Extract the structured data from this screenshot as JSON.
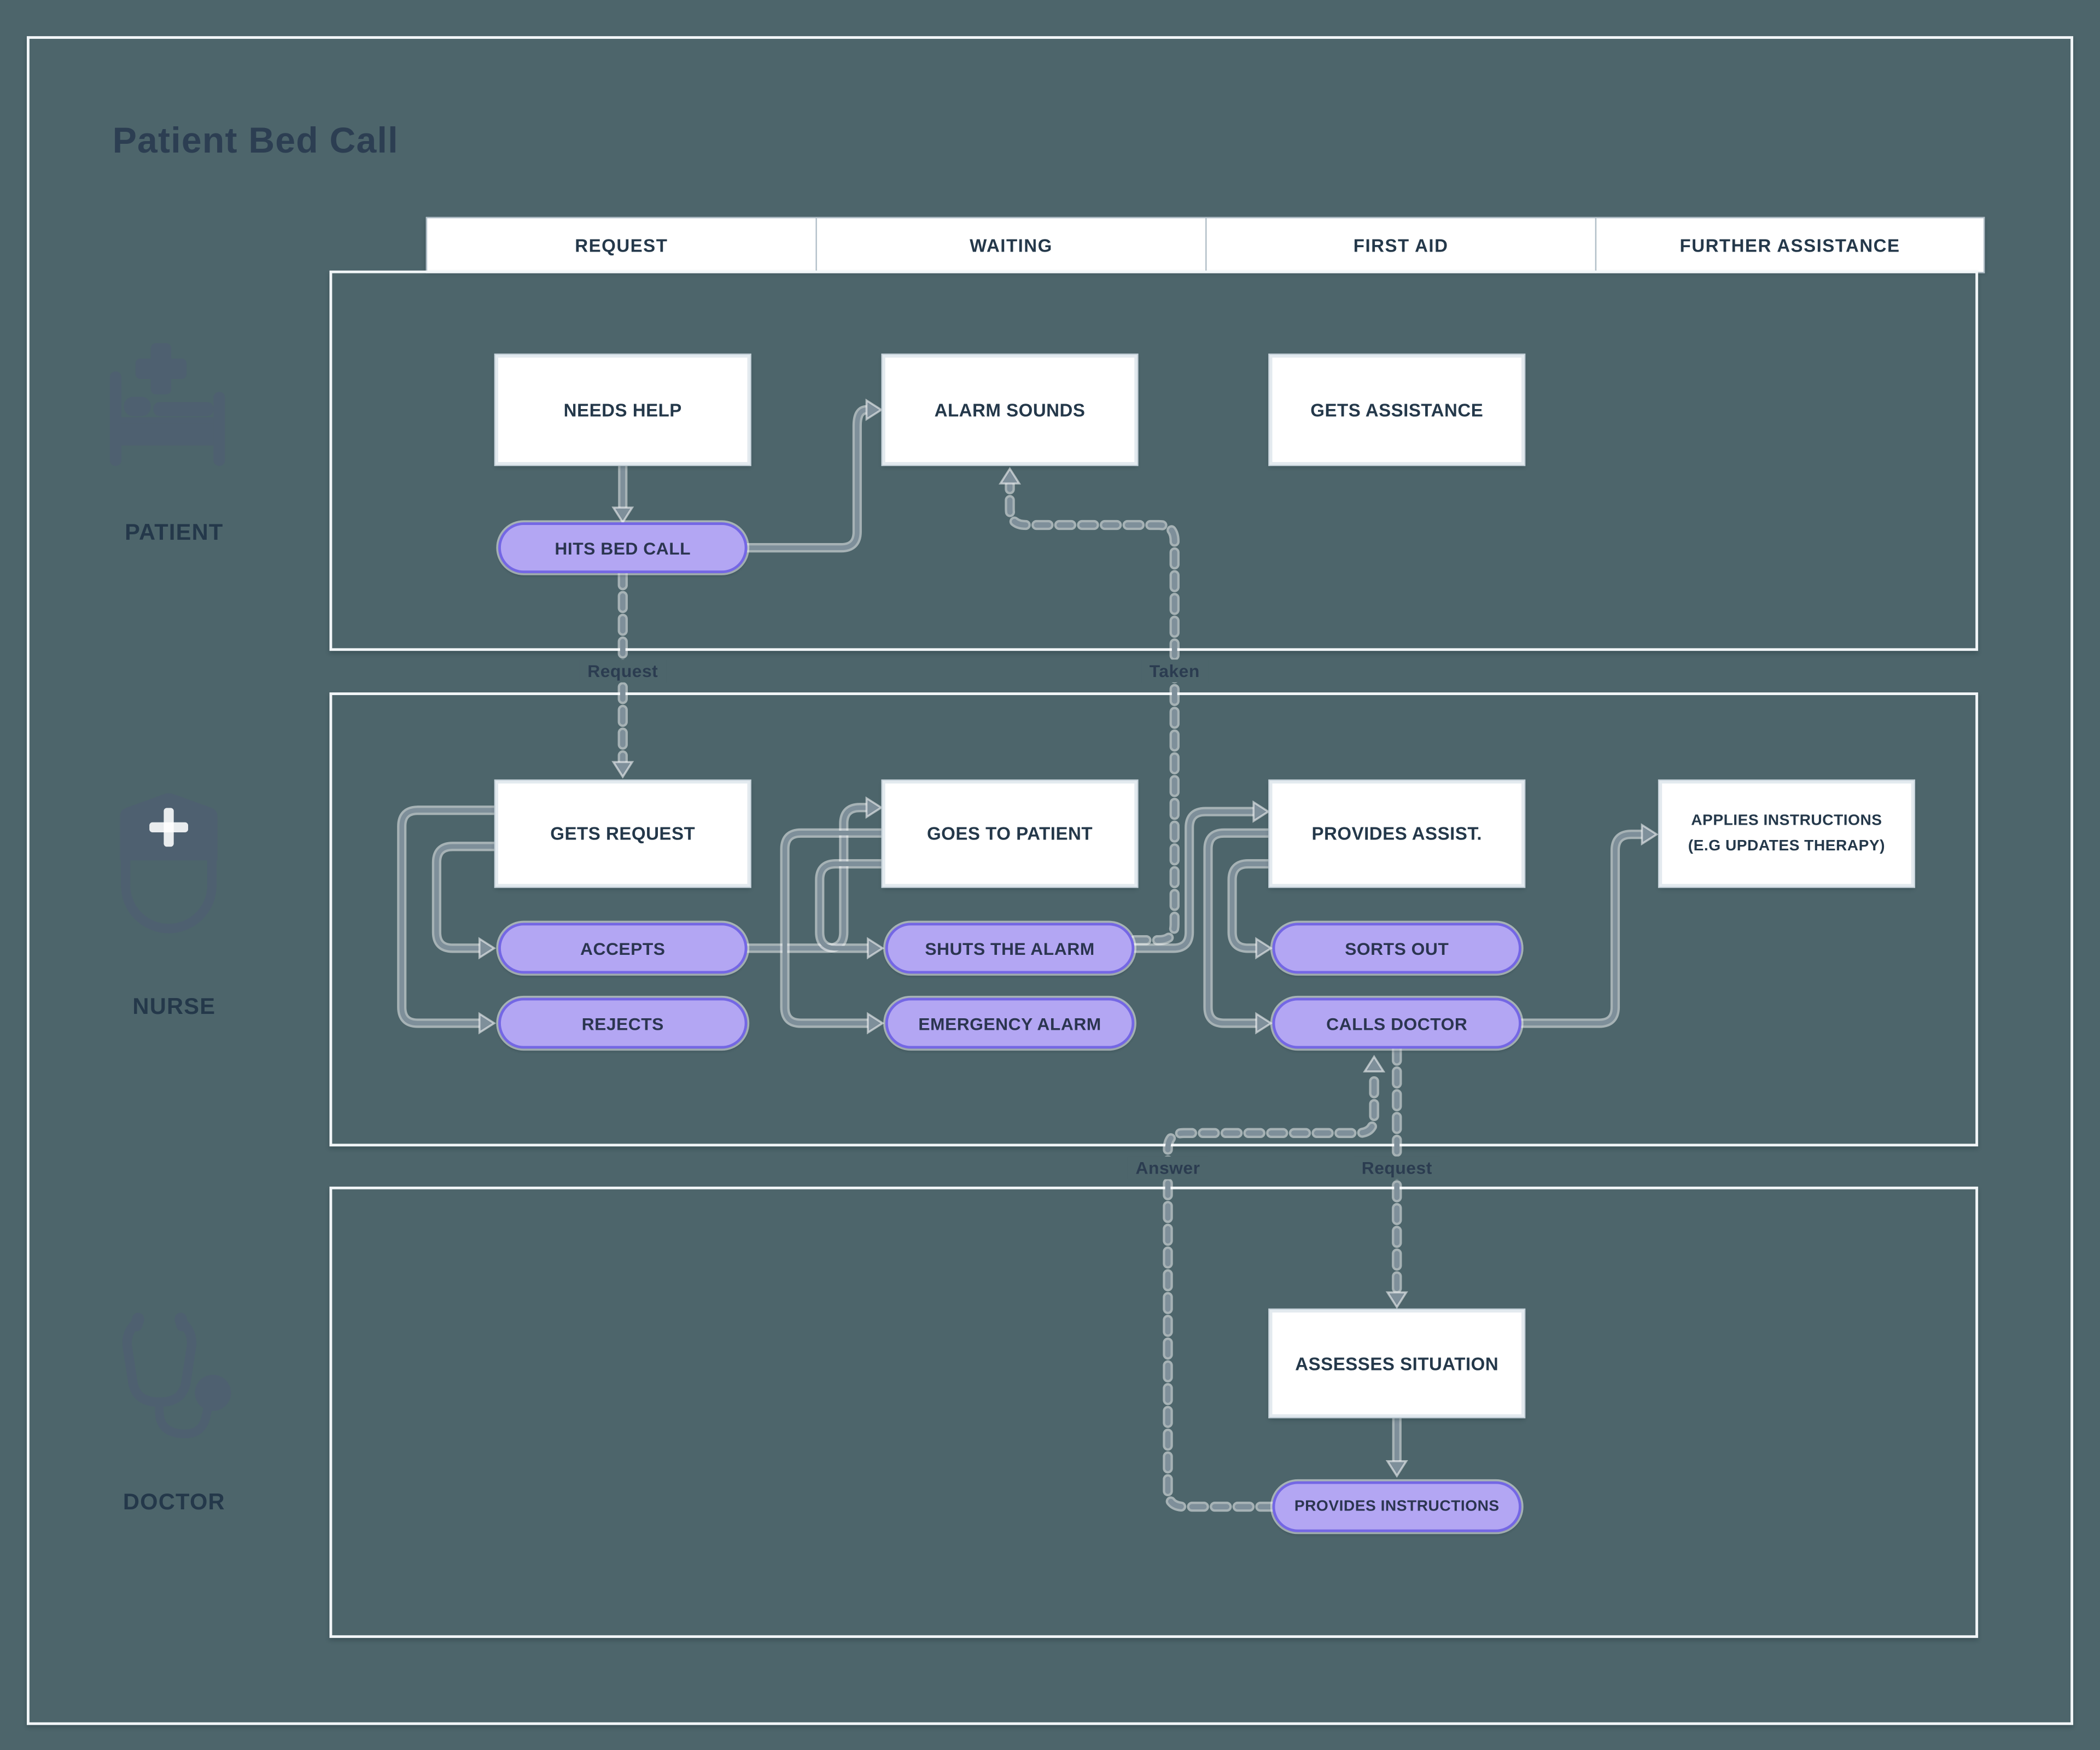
{
  "title": "Patient Bed Call",
  "columns": [
    "REQUEST",
    "WAITING",
    "FIRST AID",
    "FURTHER ASSISTANCE"
  ],
  "lanes": [
    {
      "label": "PATIENT"
    },
    {
      "label": "NURSE"
    },
    {
      "label": "DOCTOR"
    }
  ],
  "nodes": {
    "needs_help": "NEEDS HELP",
    "alarm_sounds": "ALARM SOUNDS",
    "gets_assistance": "GETS ASSISTANCE",
    "hits_bed_call": "HITS BED CALL",
    "gets_request": "GETS REQUEST",
    "goes_to_patient": "GOES TO PATIENT",
    "provides_assist": "PROVIDES ASSIST.",
    "applies_instructions_line1": "APPLIES INSTRUCTIONS",
    "applies_instructions_line2": "(E.G UPDATES THERAPY)",
    "accepts": "ACCEPTS",
    "rejects": "REJECTS",
    "shuts_the_alarm": "SHUTS THE ALARM",
    "emergency_alarm": "EMERGENCY ALARM",
    "sorts_out": "SORTS OUT",
    "calls_doctor": "CALLS DOCTOR",
    "assesses_situation": "ASSESSES SITUATION",
    "provides_instructions": "PROVIDES INSTRUCTIONS"
  },
  "edge_labels": {
    "request_to_nurse": "Request",
    "taken": "Taken",
    "answer": "Answer",
    "request_to_doctor": "Request"
  },
  "colors": {
    "background": "#4d656b",
    "frame": "#f2f6f8",
    "node_fill": "#ffffff",
    "node_text": "#24384a",
    "pill_fill": "#b3a6f3",
    "pill_border": "#7467e4",
    "connector": "#7e8f9a",
    "icon": "#4e6070"
  }
}
